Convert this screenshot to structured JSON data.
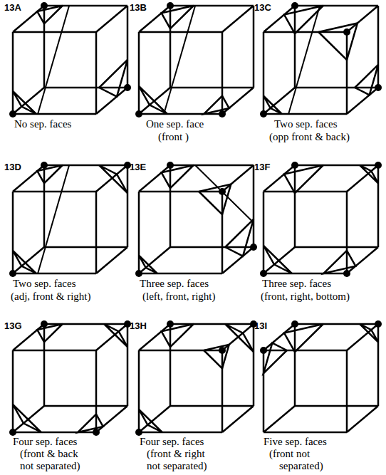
{
  "diagram": {
    "labels": [
      "13A",
      "No sep. faces",
      "13B",
      "One sep. face",
      "(front )",
      "13C",
      "Two sep. faces",
      "(opp front & back)",
      "13D",
      "Two sep. faces",
      "(adj, front & right)",
      "13E",
      "Three sep. faces",
      "(left, front, right)",
      "13F",
      "Three sep. faces",
      "(front, right, bottom)",
      "13G",
      "Four sep. faces",
      "(front & back",
      "not separated)",
      "13H",
      "Four sep. faces",
      "(front & right",
      "not separated)",
      "13I",
      "Five sep. faces",
      "(front not",
      "separated)"
    ]
  }
}
